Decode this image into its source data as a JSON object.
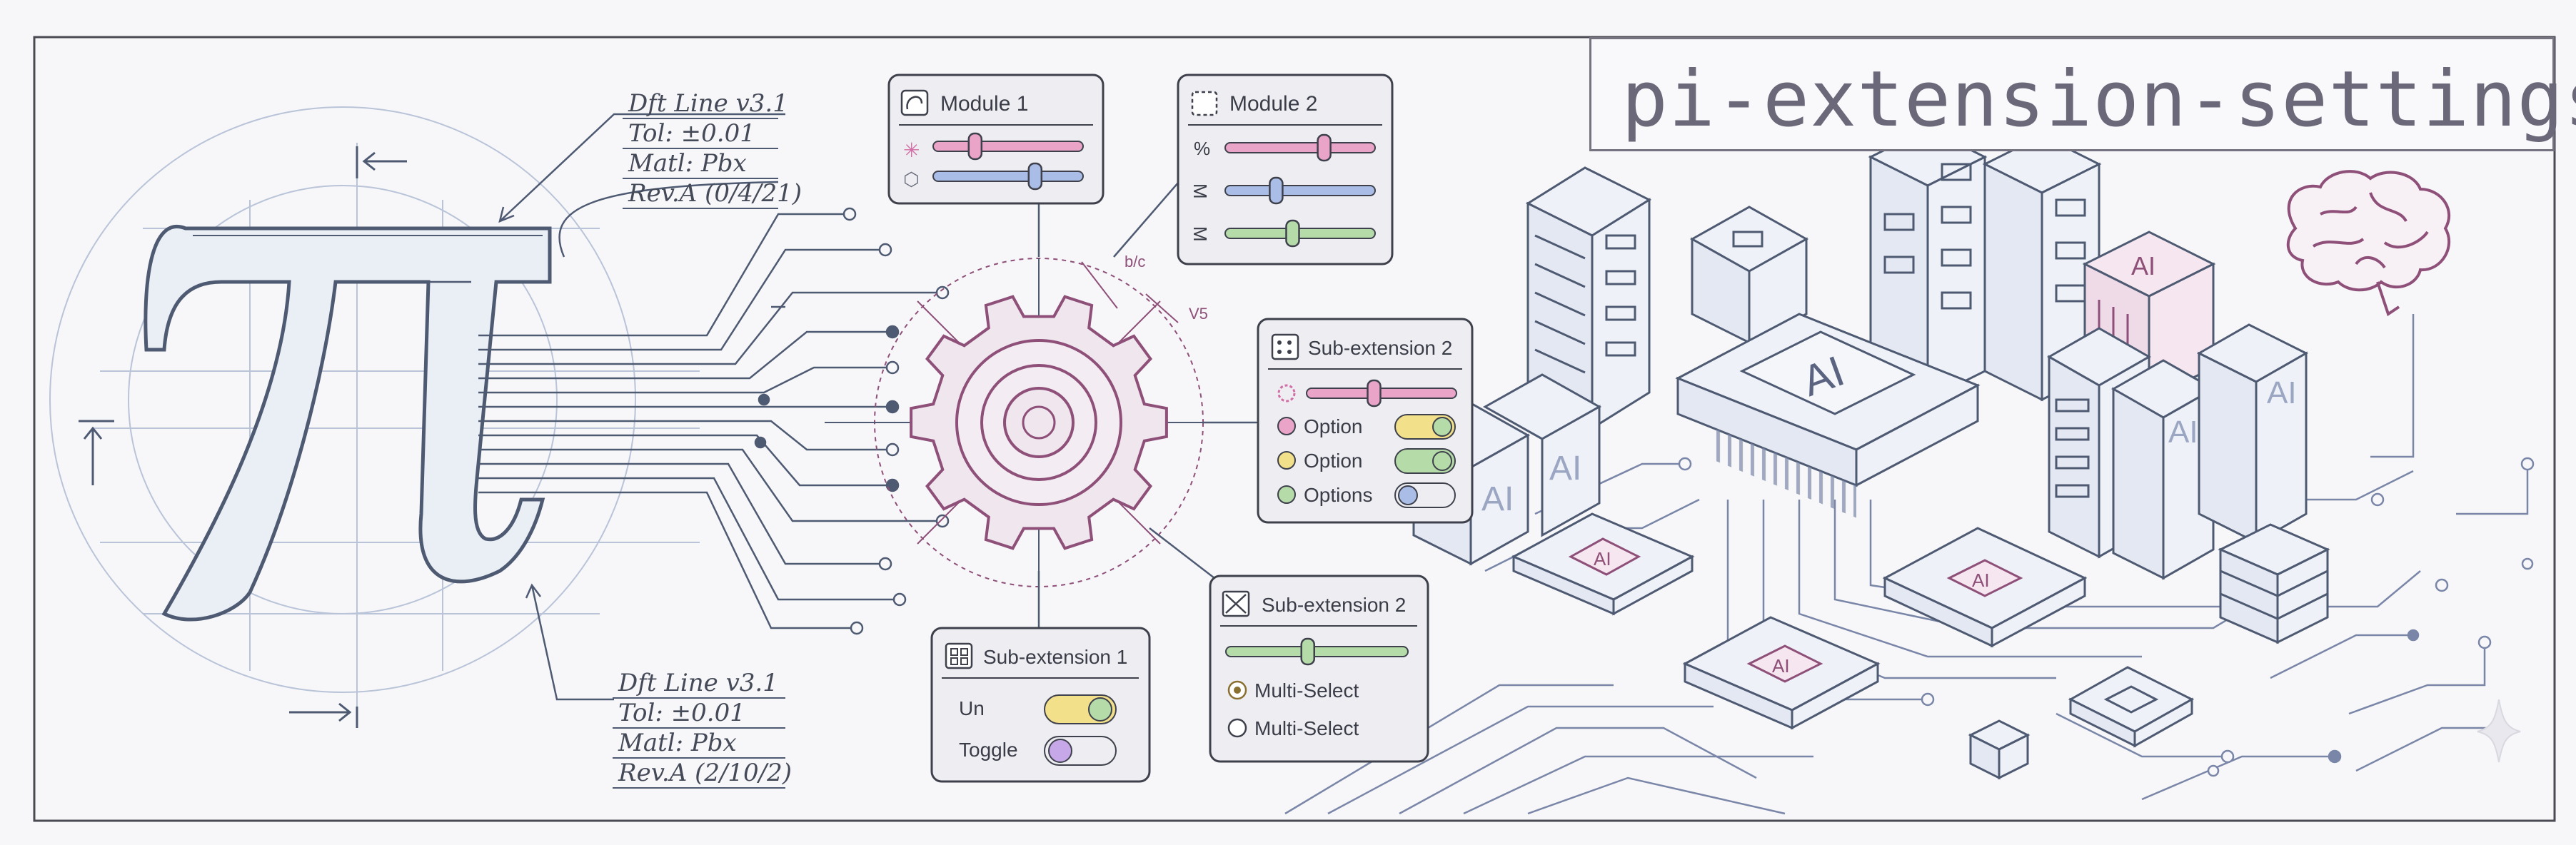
{
  "title": "pi-extension-settings",
  "annotations": {
    "top": [
      "Dft Line v3.1",
      "Tol: ±0.01",
      "Matl: Pbx",
      "Rev.A (0/4/21)"
    ],
    "bottom": [
      "Dft Line v3.1",
      "Tol: ±0.01",
      "Matl: Pbx",
      "Rev.A (2/10/2)"
    ]
  },
  "gear_marks": {
    "mark_a": "b/c",
    "mark_b": "V5"
  },
  "panels": {
    "module1": {
      "title": "Module 1",
      "sliders": [
        0.28,
        0.68
      ]
    },
    "module2": {
      "title": "Module 2",
      "symbols": [
        "%",
        "M",
        "M"
      ],
      "sliders": [
        0.66,
        0.34,
        0.45
      ]
    },
    "subext2_top": {
      "title": "Sub-extension 2",
      "slider": 0.45,
      "options": [
        {
          "label": "Option",
          "on": true
        },
        {
          "label": "Option",
          "on": true
        },
        {
          "label": "Options",
          "on": false
        }
      ]
    },
    "subext2_bottom": {
      "title": "Sub-extension 2",
      "slider": 0.45,
      "options": [
        {
          "label": "Multi-Select",
          "selected": true
        },
        {
          "label": "Multi-Select",
          "selected": false
        }
      ]
    },
    "subext1": {
      "title": "Sub-extension 1",
      "toggles": [
        {
          "label": "Un",
          "on": true
        },
        {
          "label": "Toggle",
          "on": false
        }
      ]
    }
  },
  "chip_label": "AI",
  "colors": {
    "line": "#4e5a72",
    "circuit": "#7a86a8",
    "accent_pink": "#e9a4c8",
    "accent_blue": "#a9bde6",
    "accent_green": "#b5dca8",
    "accent_yellow": "#f3e08a",
    "accent_purple": "#c6a7e8",
    "gear": "#8e4f78"
  },
  "icons": [
    "brain-icon",
    "sparkle-icon",
    "gear-icon",
    "server-rack-icon",
    "ai-chip-icon"
  ]
}
